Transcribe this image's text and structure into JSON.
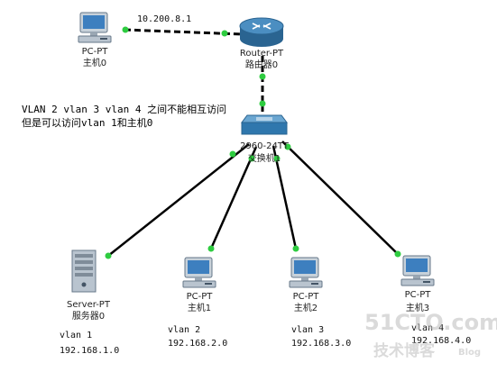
{
  "colors": {
    "link": "#000000",
    "port": "#2ecc40",
    "device_body": "#b9c4cf",
    "screen": "#3d7fbf",
    "router": "#2f6f9f",
    "switch": "#3a86b8",
    "watermark": "#c9c9c9"
  },
  "note": {
    "line1": "VLAN 2 vlan 3 vlan 4 之间不能相互访问",
    "line2": "但是可以访问vlan 1和主机0"
  },
  "links": {
    "pc0_router": "10.200.8.1"
  },
  "devices": {
    "pc0": {
      "model": "PC-PT",
      "name": "主机0",
      "icon": "desktop-pc-icon"
    },
    "router": {
      "model": "Router-PT",
      "name": "路由器0",
      "icon": "router-icon"
    },
    "switch": {
      "model": "2960-24TT",
      "name": "交换机1",
      "icon": "switch-icon"
    },
    "server": {
      "model": "Server-PT",
      "name": "服务器0",
      "icon": "server-icon",
      "vlan": "vlan 1",
      "ip": "192.168.1.0"
    },
    "pc1": {
      "model": "PC-PT",
      "name": "主机1",
      "icon": "desktop-pc-icon",
      "vlan": "vlan 2",
      "ip": "192.168.2.0"
    },
    "pc2": {
      "model": "PC-PT",
      "name": "主机2",
      "icon": "desktop-pc-icon",
      "vlan": "vlan 3",
      "ip": "192.168.3.0"
    },
    "pc3": {
      "model": "PC-PT",
      "name": "主机3",
      "icon": "desktop-pc-icon",
      "vlan": "vlan 4",
      "ip": "192.168.4.0"
    }
  },
  "watermark": {
    "site": "51CTO.com",
    "sub": "技术博客",
    "blog": "Blog"
  }
}
